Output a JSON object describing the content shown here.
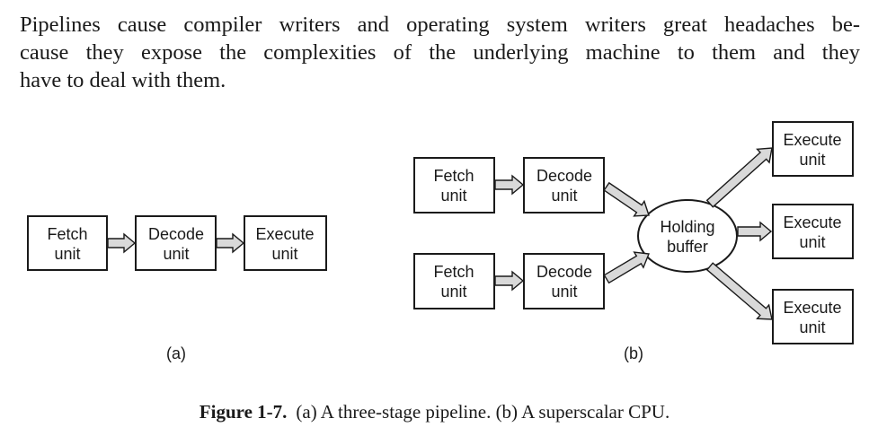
{
  "paragraph": {
    "lines": [
      "Pipelines cause compiler writers and operating system writers great headaches be-",
      "cause they expose the complexities of the underlying machine to them and they",
      "have to deal with them."
    ]
  },
  "diagram_a": {
    "fetch": [
      "Fetch",
      "unit"
    ],
    "decode": [
      "Decode",
      "unit"
    ],
    "execute": [
      "Execute",
      "unit"
    ],
    "label": "(a)"
  },
  "diagram_b": {
    "fetch_top": [
      "Fetch",
      "unit"
    ],
    "decode_top": [
      "Decode",
      "unit"
    ],
    "fetch_bottom": [
      "Fetch",
      "unit"
    ],
    "decode_bottom": [
      "Decode",
      "unit"
    ],
    "holding_buffer": [
      "Holding",
      "buffer"
    ],
    "execute_top": [
      "Execute",
      "unit"
    ],
    "execute_middle": [
      "Execute",
      "unit"
    ],
    "execute_bottom": [
      "Execute",
      "unit"
    ],
    "label": "(b)"
  },
  "caption": {
    "label": "Figure 1-7.",
    "text": "(a) A three-stage pipeline. (b) A superscalar CPU."
  }
}
